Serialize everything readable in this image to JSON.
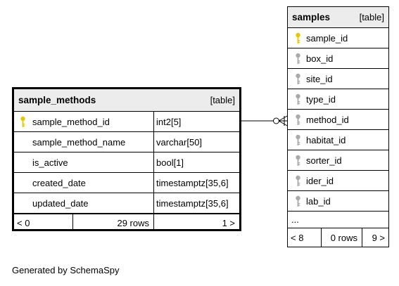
{
  "sample_methods": {
    "name": "sample_methods",
    "kind": "[table]",
    "columns": [
      {
        "name": "sample_method_id",
        "type": "int2[5]",
        "key": "primary"
      },
      {
        "name": "sample_method_name",
        "type": "varchar[50]",
        "key": "none"
      },
      {
        "name": "is_active",
        "type": "bool[1]",
        "key": "none"
      },
      {
        "name": "created_date",
        "type": "timestamptz[35,6]",
        "key": "none"
      },
      {
        "name": "updated_date",
        "type": "timestamptz[35,6]",
        "key": "none"
      }
    ],
    "footer": {
      "parents": "< 0",
      "rows": "29 rows",
      "children": "1 >"
    }
  },
  "samples": {
    "name": "samples",
    "kind": "[table]",
    "columns": [
      {
        "name": "sample_id",
        "key": "primary"
      },
      {
        "name": "box_id",
        "key": "foreign"
      },
      {
        "name": "site_id",
        "key": "foreign"
      },
      {
        "name": "type_id",
        "key": "foreign"
      },
      {
        "name": "method_id",
        "key": "foreign"
      },
      {
        "name": "habitat_id",
        "key": "foreign"
      },
      {
        "name": "sorter_id",
        "key": "foreign"
      },
      {
        "name": "ider_id",
        "key": "foreign"
      },
      {
        "name": "lab_id",
        "key": "foreign"
      }
    ],
    "more": "...",
    "footer": {
      "parents": "< 8",
      "rows": "0 rows",
      "children": "9 >"
    }
  },
  "colors": {
    "primary_key": "#e6c800",
    "foreign_key": "#aaaaaa",
    "header_bg": "#ececec"
  },
  "generated_by": "Generated by SchemaSpy"
}
